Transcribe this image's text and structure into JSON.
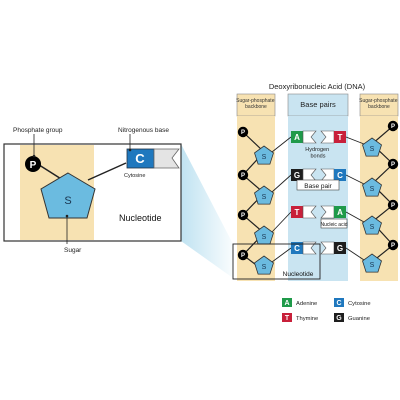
{
  "colors": {
    "backbone_fill": "#f7e2b2",
    "pair_fill": "#c9e4f1",
    "sugar_fill": "#6bbbe0",
    "adenine": "#1f9a4a",
    "thymine": "#c8203a",
    "cytosine": "#1f78be",
    "guanine": "#1e1e1e",
    "phosphate": "#000000",
    "zoom_beam": "#8ccbe6"
  },
  "nucleotide_panel": {
    "phosphate_group_label": "Phosphate group",
    "nitrogenous_base_label": "Nitrogenous base",
    "phosphate_letter": "P",
    "sugar_letter": "S",
    "base_letter": "C",
    "cytosine_label": "Cytosine",
    "sugar_label": "Sugar",
    "nucleotide_label": "Nucleotide"
  },
  "dna_panel": {
    "title": "Deoxyribonucleic Acid (DNA)",
    "left_column_label": "Sugar-phosphate backbone",
    "center_column_label": "Base pairs",
    "right_column_label": "Sugar-phosphate backbone",
    "phosphate_letter": "P",
    "sugar_letter": "S",
    "hydrogen_bonds_label": "Hydrogen bonds",
    "base_pair_label": "Base pair",
    "nucleic_acid_label": "Nucleic acid",
    "nucleotide_label": "Nucleotide",
    "pairs": [
      {
        "left": "A",
        "right": "T"
      },
      {
        "left": "G",
        "right": "C"
      },
      {
        "left": "T",
        "right": "A"
      },
      {
        "left": "C",
        "right": "G"
      }
    ]
  },
  "legend": [
    {
      "letter": "A",
      "name": "Adenine",
      "color_key": "adenine"
    },
    {
      "letter": "C",
      "name": "Cytosine",
      "color_key": "cytosine"
    },
    {
      "letter": "T",
      "name": "Thymine",
      "color_key": "thymine"
    },
    {
      "letter": "G",
      "name": "Guanine",
      "color_key": "guanine"
    }
  ]
}
